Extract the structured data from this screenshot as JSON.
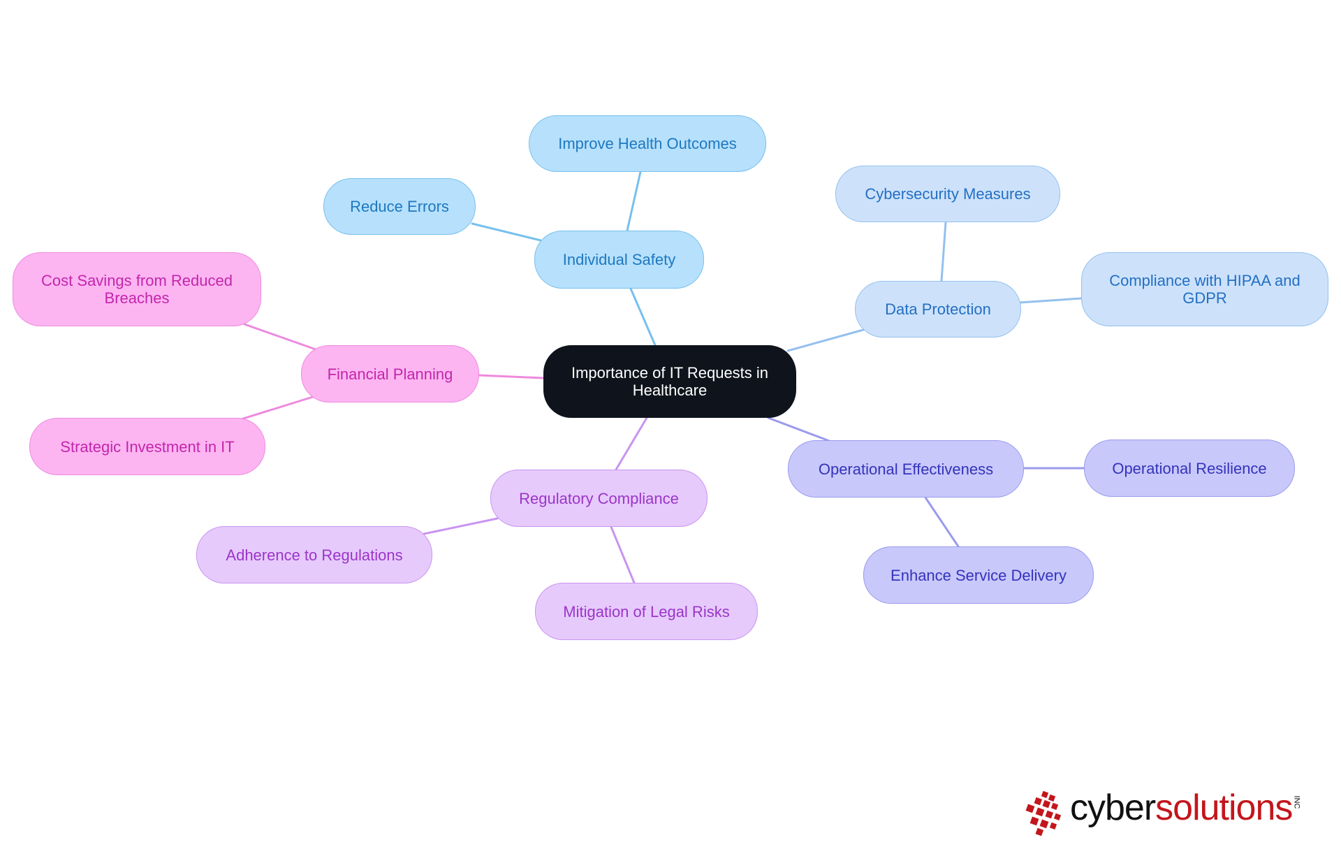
{
  "diagram": {
    "root": "Importance of IT Requests in Healthcare",
    "branches": [
      {
        "label": "Individual Safety",
        "color": "#77c0ec",
        "children": [
          "Improve Health Outcomes",
          "Reduce Errors"
        ]
      },
      {
        "label": "Data Protection",
        "color": "#94c0ee",
        "children": [
          "Cybersecurity Measures",
          "Compliance with HIPAA and GDPR"
        ]
      },
      {
        "label": "Operational Effectiveness",
        "color": "#9a9aee",
        "children": [
          "Operational Resilience",
          "Enhance Service Delivery"
        ]
      },
      {
        "label": "Regulatory Compliance",
        "color": "#c894f0",
        "children": [
          "Adherence to Regulations",
          "Mitigation of Legal Risks"
        ]
      },
      {
        "label": "Financial Planning",
        "color": "#ee8adf",
        "children": [
          "Cost Savings from Reduced Breaches",
          "Strategic Investment in IT"
        ]
      }
    ]
  },
  "logo": {
    "text_primary": "cyber",
    "text_secondary": "solutions",
    "suffix": "INC",
    "colors": {
      "primary": "#111111",
      "accent": "#c3161c"
    }
  }
}
